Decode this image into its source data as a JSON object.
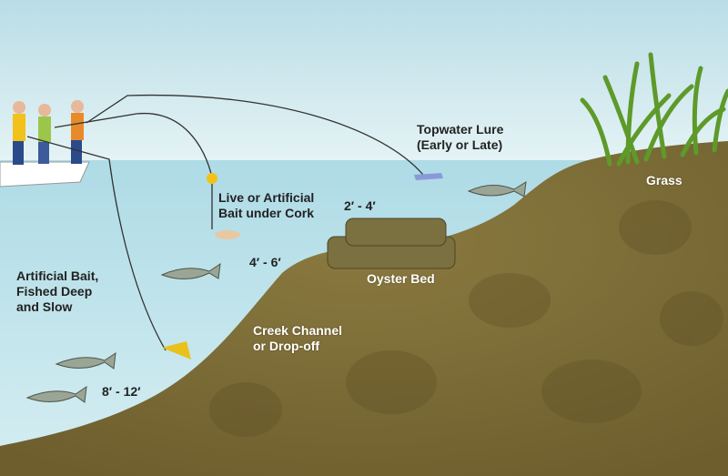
{
  "labels": {
    "topwater_line1": "Topwater Lure",
    "topwater_line2": "(Early or Late)",
    "grass": "Grass",
    "depth_shallow": "2′ - 4′",
    "cork_line1": "Live or Artificial",
    "cork_line2": "Bait under Cork",
    "depth_mid": "4′ - 6′",
    "oyster_bed": "Oyster Bed",
    "deep_line1": "Artificial Bait,",
    "deep_line2": "Fished Deep",
    "deep_line3": "and Slow",
    "creek_line1": "Creek Channel",
    "creek_line2": "or Drop-off",
    "depth_deep": "8′ - 12′"
  },
  "colors": {
    "sky": "#d6ecf0",
    "water": "#bfe3ec",
    "bottom": "#7b6a35",
    "grass": "#5e9a2a",
    "cork": "#f2c21a"
  }
}
